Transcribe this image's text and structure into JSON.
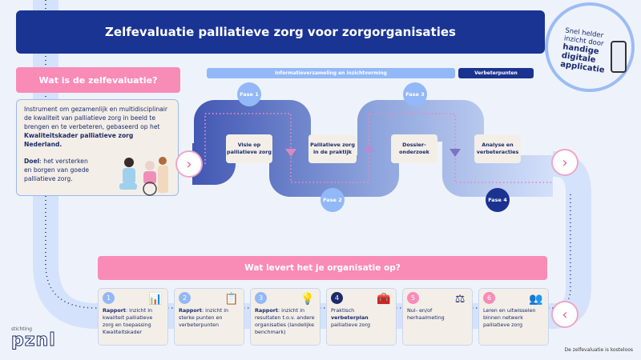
{
  "header": {
    "title": "Zelfevaluatie palliatieve zorg voor zorgorganisaties"
  },
  "promo": {
    "line1": "Snel helder",
    "line2": "inzicht door",
    "bold1": "handige",
    "bold2": "digitale",
    "bold3": "applicatie"
  },
  "intro": {
    "heading": "Wat is de zelfevaluatie?",
    "text": "Instrument om gezamenlijk en multidisciplinair de kwaliteit van palliatieve zorg in beeld te brengen en te verbeteren, gebaseerd op het ",
    "text_bold": "Kwaliteitskader palliatieve zorg Nederland.",
    "goal_label": "Doel",
    "goal_text": ": het versterken en borgen van goede palliatieve zorg."
  },
  "stages": {
    "info": "Informatieverzameling en inzichtvorming",
    "improve": "Verbeterpunten"
  },
  "phases": [
    {
      "label": "Fase 1",
      "step": "Visie op palliatieve zorg"
    },
    {
      "label": "Fase 2",
      "step": "Palliatieve zorg in de praktijk"
    },
    {
      "label": "Fase 3",
      "step": "Dossier-onderzoek"
    },
    {
      "label": "Fase 4",
      "step": "Analyse en verbeteracties"
    }
  ],
  "results": {
    "heading": "Wat levert het je organisatie op?",
    "cards": [
      {
        "num": "1",
        "bold": "Rapport",
        "text": ": inzicht in kwaliteit palliatieve zorg en toepassing Kwaliteitskader",
        "pre": "",
        "color": "#93b8f7"
      },
      {
        "num": "2",
        "bold": "Rapport",
        "text": ": inzicht in sterke punten en verbeterpunten",
        "pre": "",
        "color": "#93b8f7"
      },
      {
        "num": "3",
        "bold": "Rapport",
        "text": ": inzicht in resultaten t.o.v. andere organisaties (landelijke benchmark)",
        "pre": "",
        "color": "#93b8f7"
      },
      {
        "num": "4",
        "pre": "Praktisch ",
        "bold": "verbeterplan",
        "text": " palliatieve zorg",
        "color": "#1b2a6b"
      },
      {
        "num": "5",
        "pre": "Nul- en/of herhaalmeting",
        "bold": "",
        "text": "",
        "color": "#f98bb7"
      },
      {
        "num": "6",
        "pre": "Leren en uitwisselen binnen netwerk palliatieve zorg",
        "bold": "",
        "text": "",
        "color": "#f98bb7"
      }
    ]
  },
  "logo": {
    "small": "stichting",
    "name": "pznl"
  },
  "footer": "De zelfevaluatie is kosteloos"
}
